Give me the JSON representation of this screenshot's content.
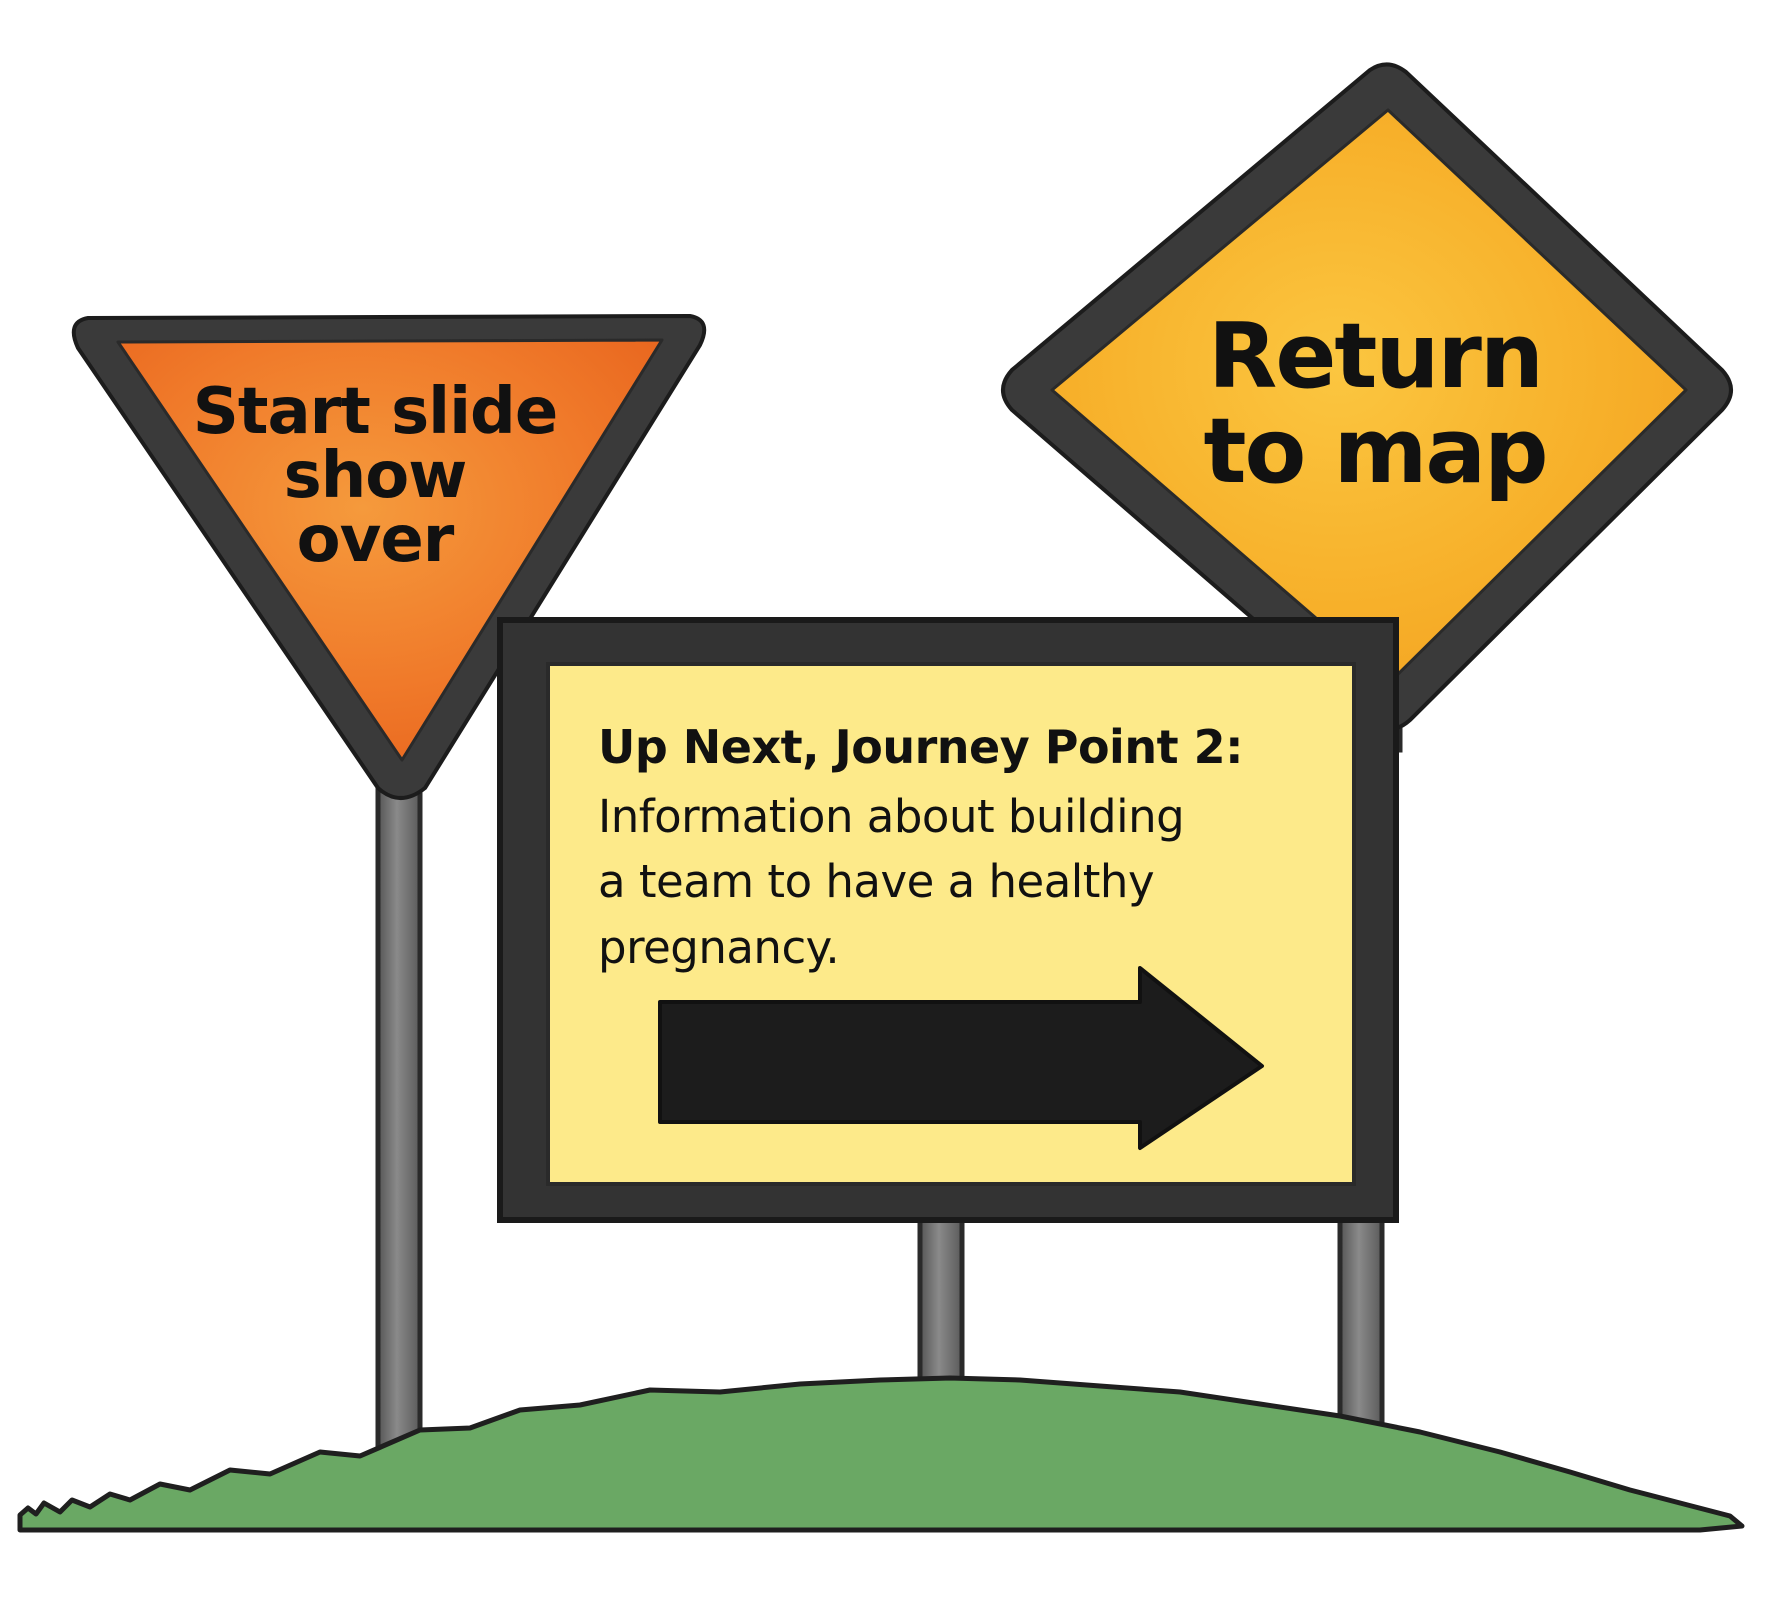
{
  "signs": {
    "start_over": {
      "label": "Start slide\nshow\nover"
    },
    "return_map": {
      "label": "Return\nto map"
    },
    "up_next": {
      "heading": "Up Next, Journey Point 2:",
      "body": "Information about building\na team to have a healthy\npregnancy."
    }
  },
  "colors": {
    "orange_sign": "#f07a2a",
    "yellow_sign": "#f7b02a",
    "billboard": "#fdea8a",
    "frame": "#3a3a3a",
    "grass": "#6aa864",
    "arrow": "#1c1c1c"
  },
  "icons": {
    "arrow": "right-arrow-icon"
  }
}
